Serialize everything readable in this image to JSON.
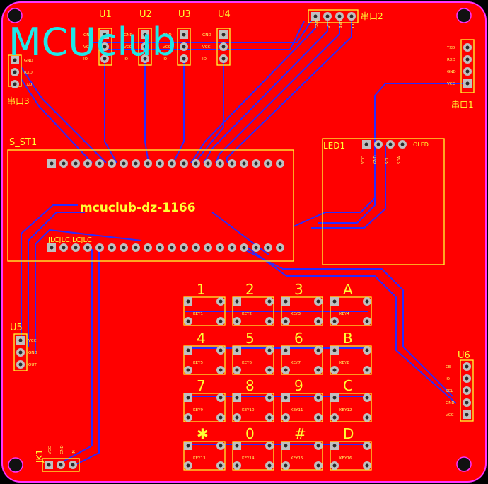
{
  "logo_text": "MCUclub",
  "board_name": "mcuclub-dz-1166",
  "module_label": "S_ST1",
  "jlc_mark": "JLCJLCJLCJLC",
  "led_label": "LED1",
  "led_sub": "OLED",
  "uart2_label": "串口2",
  "uart3_label": "串口3",
  "uart1_label": "串口1",
  "u_labels": [
    "U1",
    "U2",
    "U3",
    "U4"
  ],
  "u_pins": [
    "GND",
    "VCC",
    "IO"
  ],
  "u5_label": "U5",
  "u5_pins": [
    "VCC",
    "GND",
    "OUT"
  ],
  "u6_label": "U6",
  "u6_pins": [
    "CE",
    "IO",
    "SCL",
    "GND",
    "VCC"
  ],
  "jk1_label": "JK1",
  "jk1_pins": [
    "VCC",
    "GND",
    "IN"
  ],
  "uart3_pins": [
    "GND",
    "RXD",
    "TXD"
  ],
  "uart1_pins": [
    "TXD",
    "RXD",
    "GND",
    "VCC"
  ],
  "uart2_pins": [
    "GND",
    "VCC",
    "RXD",
    "TXD"
  ],
  "led_pins": [
    "VCC",
    "GND",
    "SCL",
    "SDA"
  ],
  "keypad": {
    "legends": [
      [
        "1",
        "2",
        "3",
        "A"
      ],
      [
        "4",
        "5",
        "6",
        "B"
      ],
      [
        "7",
        "8",
        "9",
        "C"
      ],
      [
        "✱",
        "0",
        "#",
        "D"
      ]
    ],
    "key_names": [
      "KEY1",
      "KEY2",
      "KEY3",
      "KEY4",
      "KEY5",
      "KEY6",
      "KEY7",
      "KEY8",
      "KEY9",
      "KEY10",
      "KEY11",
      "KEY12",
      "KEY13",
      "KEY14",
      "KEY15",
      "KEY16"
    ]
  },
  "colors": {
    "board": "#ff0000",
    "silk": "#ffff33",
    "trace": "#2a2aff",
    "logo": "#1fe8e8"
  }
}
